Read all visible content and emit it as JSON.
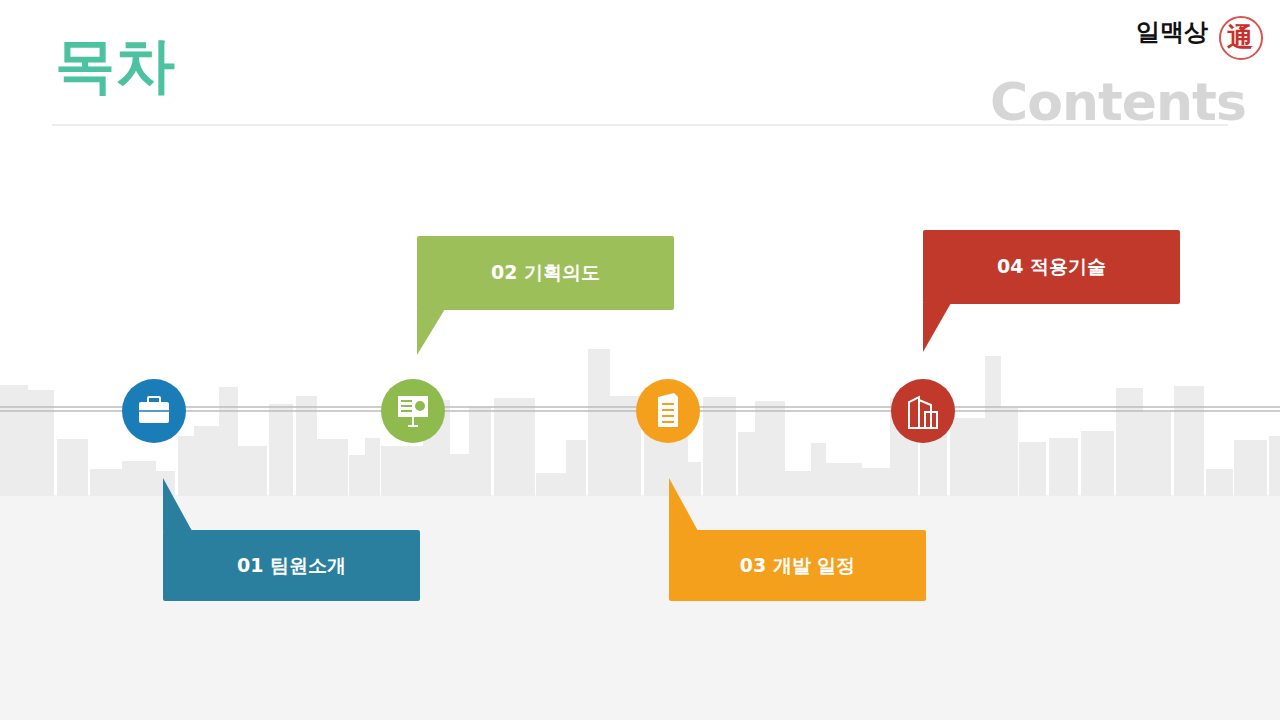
{
  "diagram": {
    "title": "목차",
    "nodes": [
      {
        "text": [
          "01 팀원소개"
        ]
      },
      {
        "text": [
          "02 기획의도"
        ]
      },
      {
        "text": [
          "03 개발 일정"
        ]
      },
      {
        "text": [
          "04 적용기술"
        ]
      }
    ],
    "labels": [
      "Contents",
      "일맥상",
      "通"
    ]
  }
}
